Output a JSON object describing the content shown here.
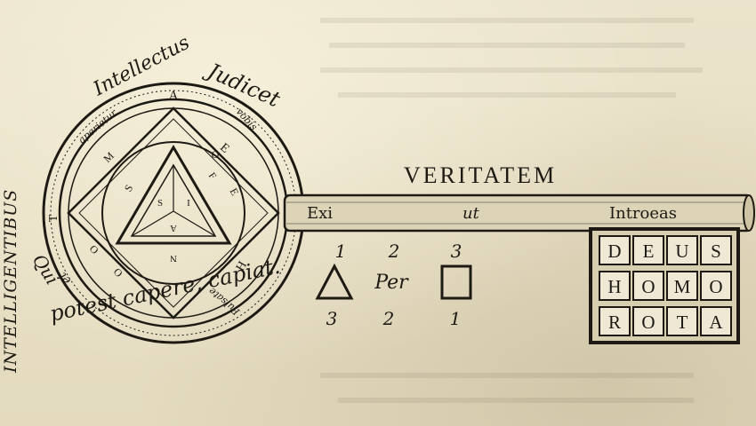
{
  "engraving": {
    "circle_letters": [
      "A",
      "E",
      "H",
      "O",
      "T",
      "S",
      "M",
      "O",
      "O",
      "R",
      "E",
      "S",
      "F",
      "A",
      "I",
      "N"
    ],
    "circle_words": {
      "top_left": "Intellectus",
      "top_right": "Judicet",
      "inner_left": "aperietur",
      "inner_right": "vobis",
      "inner_right_low": "Pulsate",
      "lower_left": "Qui",
      "lower_left_small": "et",
      "bottom": "potest capere, capiat.",
      "left_vertical": "INTELLIGENTIBUS"
    },
    "shaft": {
      "heading": "VERITATEM",
      "word1": "Exi",
      "word2": "ut",
      "word3": "Introeas"
    },
    "sequence": {
      "top_numbers": [
        "1",
        "2",
        "3"
      ],
      "middle_word": "Per",
      "bottom_numbers": [
        "3",
        "2",
        "1"
      ]
    },
    "grid": {
      "rows": [
        [
          "D",
          "E",
          "U",
          "S"
        ],
        [
          "H",
          "O",
          "M",
          "O"
        ],
        [
          "R",
          "O",
          "T",
          "A"
        ]
      ]
    },
    "colors": {
      "paper": "#e9e1c9",
      "ink": "#1d1a14"
    }
  }
}
